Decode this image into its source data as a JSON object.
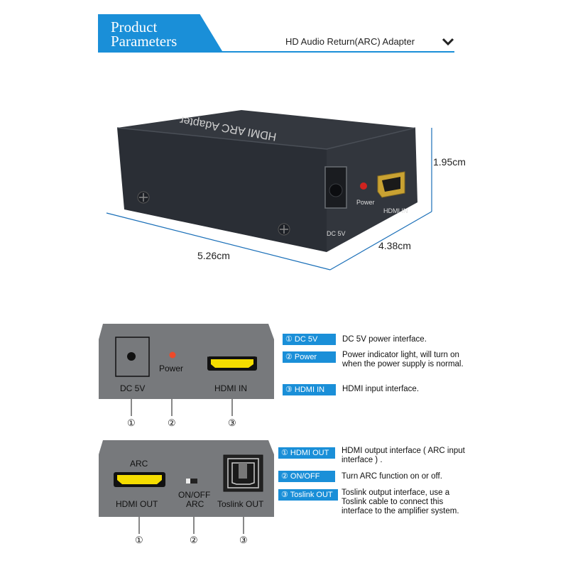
{
  "header": {
    "title_line1": "Product",
    "title_line2": "Parameters",
    "subtitle": "HD Audio Return(ARC) Adapter"
  },
  "colors": {
    "accent": "#1a8fd8",
    "hdmi_port": "#f5dd00",
    "device": "#2b2f36"
  },
  "device": {
    "height": "1.95cm",
    "width": "5.26cm",
    "depth": "4.38cm"
  },
  "input_panel": {
    "port_labels": {
      "dc": "DC  5V",
      "power": "Power",
      "hdmi_in": "HDMI IN"
    },
    "numbers": [
      "①",
      "②",
      "③"
    ],
    "legend": [
      {
        "tag": "① DC 5V",
        "desc": "DC 5V power interface."
      },
      {
        "tag": "② Power",
        "desc": "Power indicator light, will turn on when the power supply is normal."
      },
      {
        "tag": "③ HDMI IN",
        "desc": "HDMI input interface."
      }
    ]
  },
  "output_panel": {
    "port_labels": {
      "arc": "ARC",
      "hdmi_out": "HDMI OUT",
      "onoff": "ON/OFF",
      "arc2": "ARC",
      "toslink": "Toslink OUT"
    },
    "numbers": [
      "①",
      "②",
      "③"
    ],
    "legend": [
      {
        "tag": "① HDMI OUT",
        "desc": "HDMI output interface ( ARC input interface ) ."
      },
      {
        "tag": "② ON/OFF",
        "desc": "Turn ARC function on or off."
      },
      {
        "tag": "③ Toslink OUT",
        "desc": "Toslink output interface, use a Toslink cable to connect this interface to the amplifier system."
      }
    ]
  }
}
